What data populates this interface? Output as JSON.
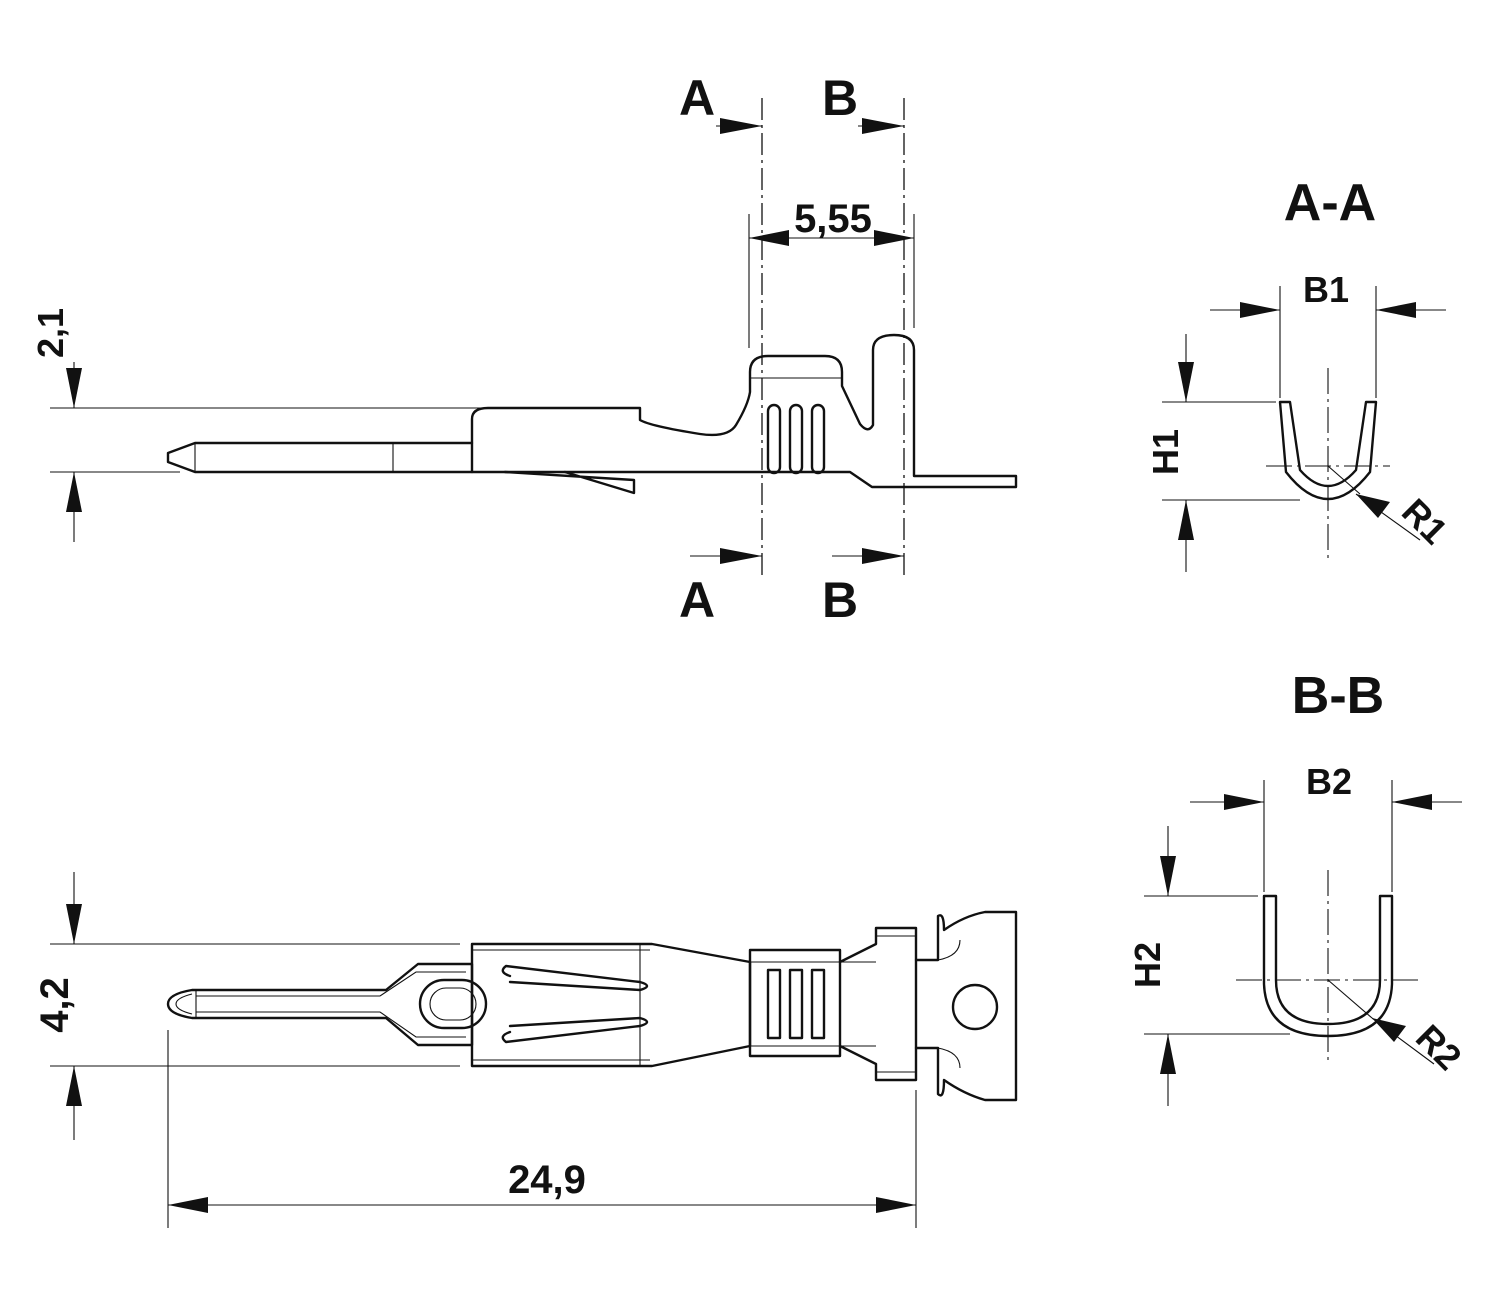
{
  "section_markers": {
    "a_top": "A",
    "b_top": "B",
    "a_bottom": "A",
    "b_bottom": "B"
  },
  "dimensions": {
    "crimp_length": "5,55",
    "pin_height": "2,1",
    "total_length": "24,9",
    "body_width": "4,2"
  },
  "section_aa": {
    "title": "A-A",
    "width_label": "B1",
    "height_label": "H1",
    "radius_label": "R1"
  },
  "section_bb": {
    "title": "B-B",
    "width_label": "B2",
    "height_label": "H2",
    "radius_label": "R2"
  }
}
